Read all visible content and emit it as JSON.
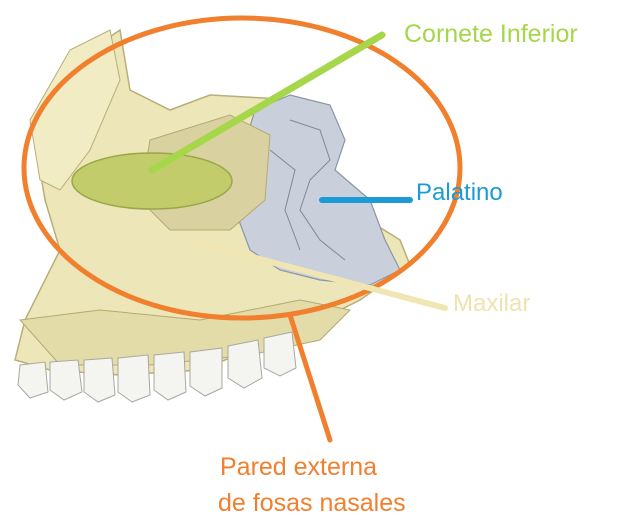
{
  "labels": {
    "cornete_inferior": "Cornete Inferior",
    "palatino": "Palatino",
    "maxilar": "Maxilar",
    "pared_line1": "Pared externa",
    "pared_line2": "de fosas nasales"
  },
  "colors": {
    "cornete": "#a6d64a",
    "palatino": "#1c9bd6",
    "maxilar": "#f0e6b4",
    "pared": "#f07f2e",
    "bone": "#ece6b8",
    "bone_shade": "#c9c08a",
    "palatine_bone": "#c9d0dc"
  }
}
